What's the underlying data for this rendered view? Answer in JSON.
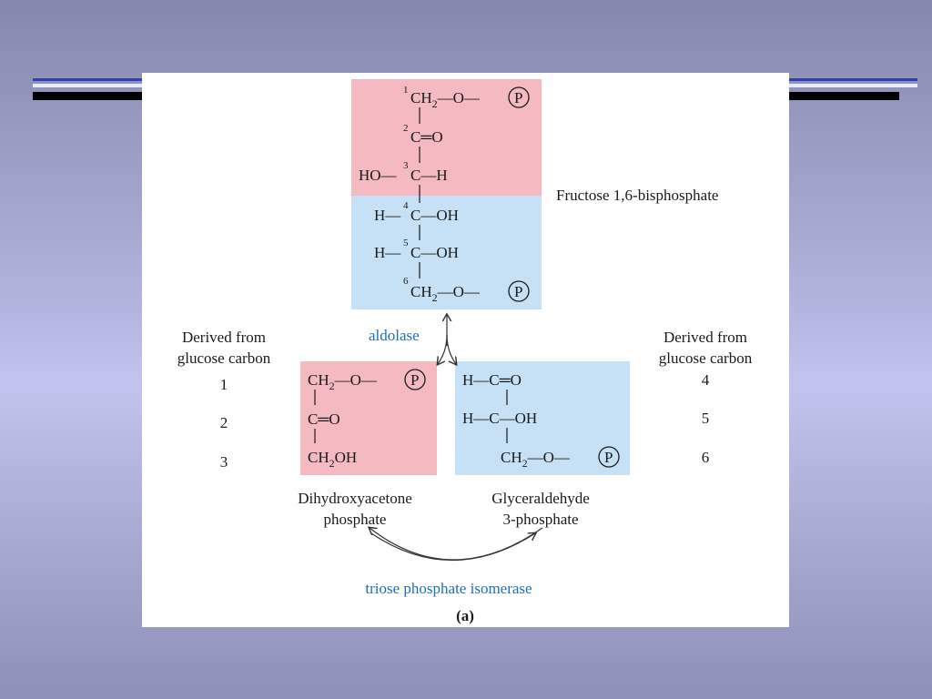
{
  "fbp": {
    "name": "Fructose 1,6-bisphosphate",
    "c1_num": "1",
    "c1_grp": "CH",
    "c1_sub": "2",
    "c1_rest": "—O—",
    "c2_num": "2",
    "c2_text": "C═O",
    "c3_left": "HO—",
    "c3_num": "3",
    "c3_right": "C—H",
    "c4_left": "H—",
    "c4_num": "4",
    "c4_right": "C—OH",
    "c5_left": "H—",
    "c5_num": "5",
    "c5_right": "C—OH",
    "c6_num": "6",
    "c6_grp": "CH",
    "c6_sub": "2",
    "c6_rest": "—O—",
    "p": "P"
  },
  "enzyme1": "aldolase",
  "left_header": {
    "line1": "Derived from",
    "line2": "glucose carbon"
  },
  "right_header": {
    "line1": "Derived from",
    "line2": "glucose carbon"
  },
  "left_numbers": [
    "1",
    "2",
    "3"
  ],
  "right_numbers": [
    "4",
    "5",
    "6"
  ],
  "dhap": {
    "r1_grp": "CH",
    "r1_sub": "2",
    "r1_rest": "—O—",
    "r2": "C═O",
    "r3_grp": "CH",
    "r3_sub": "2",
    "r3_rest": "OH",
    "name_line1": "Dihydroxyacetone",
    "name_line2": "phosphate"
  },
  "gap": {
    "r1": "H—C═O",
    "r2": "H—C—OH",
    "r3_grp": "CH",
    "r3_sub": "2",
    "r3_rest": "—O—",
    "name_line1": "Glyceraldehyde",
    "name_line2": "3-phosphate"
  },
  "enzyme2": "triose phosphate isomerase",
  "panel_label": "(a)",
  "colors": {
    "pink": "#f4b9c1",
    "blue": "#c6e1f5",
    "enzyme": "#1d6fb8"
  }
}
